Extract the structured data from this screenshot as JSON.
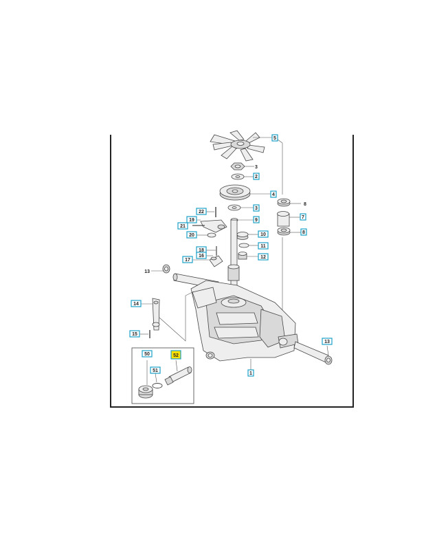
{
  "diagram": {
    "highlight_color": "#ffe000",
    "label_border_color": "#1aa0c8",
    "labels": [
      {
        "id": "l5",
        "text": "5",
        "boxed": true
      },
      {
        "id": "l3a",
        "text": "3",
        "boxed": false
      },
      {
        "id": "l2",
        "text": "2",
        "boxed": true
      },
      {
        "id": "l4",
        "text": "4",
        "boxed": true
      },
      {
        "id": "l3b",
        "text": "3",
        "boxed": true
      },
      {
        "id": "l8a",
        "text": "8",
        "boxed": false
      },
      {
        "id": "l22",
        "text": "22",
        "boxed": true
      },
      {
        "id": "l19",
        "text": "19",
        "boxed": true
      },
      {
        "id": "l9",
        "text": "9",
        "boxed": true
      },
      {
        "id": "l7",
        "text": "7",
        "boxed": true
      },
      {
        "id": "l21",
        "text": "21",
        "boxed": true
      },
      {
        "id": "l8b",
        "text": "8",
        "boxed": true
      },
      {
        "id": "l20",
        "text": "20",
        "boxed": true
      },
      {
        "id": "l10",
        "text": "10",
        "boxed": true
      },
      {
        "id": "l11",
        "text": "11",
        "boxed": true
      },
      {
        "id": "l18",
        "text": "18",
        "boxed": true
      },
      {
        "id": "l16",
        "text": "16",
        "boxed": true
      },
      {
        "id": "l17",
        "text": "17",
        "boxed": true
      },
      {
        "id": "l12",
        "text": "12",
        "boxed": true
      },
      {
        "id": "l13a",
        "text": "13",
        "boxed": false
      },
      {
        "id": "l14",
        "text": "14",
        "boxed": true
      },
      {
        "id": "l15",
        "text": "15",
        "boxed": true
      },
      {
        "id": "l13b",
        "text": "13",
        "boxed": true
      },
      {
        "id": "l50",
        "text": "50",
        "boxed": true
      },
      {
        "id": "l52",
        "text": "52",
        "boxed": true,
        "highlighted": true
      },
      {
        "id": "l51",
        "text": "51",
        "boxed": true
      },
      {
        "id": "l1",
        "text": "1",
        "boxed": true
      }
    ]
  }
}
